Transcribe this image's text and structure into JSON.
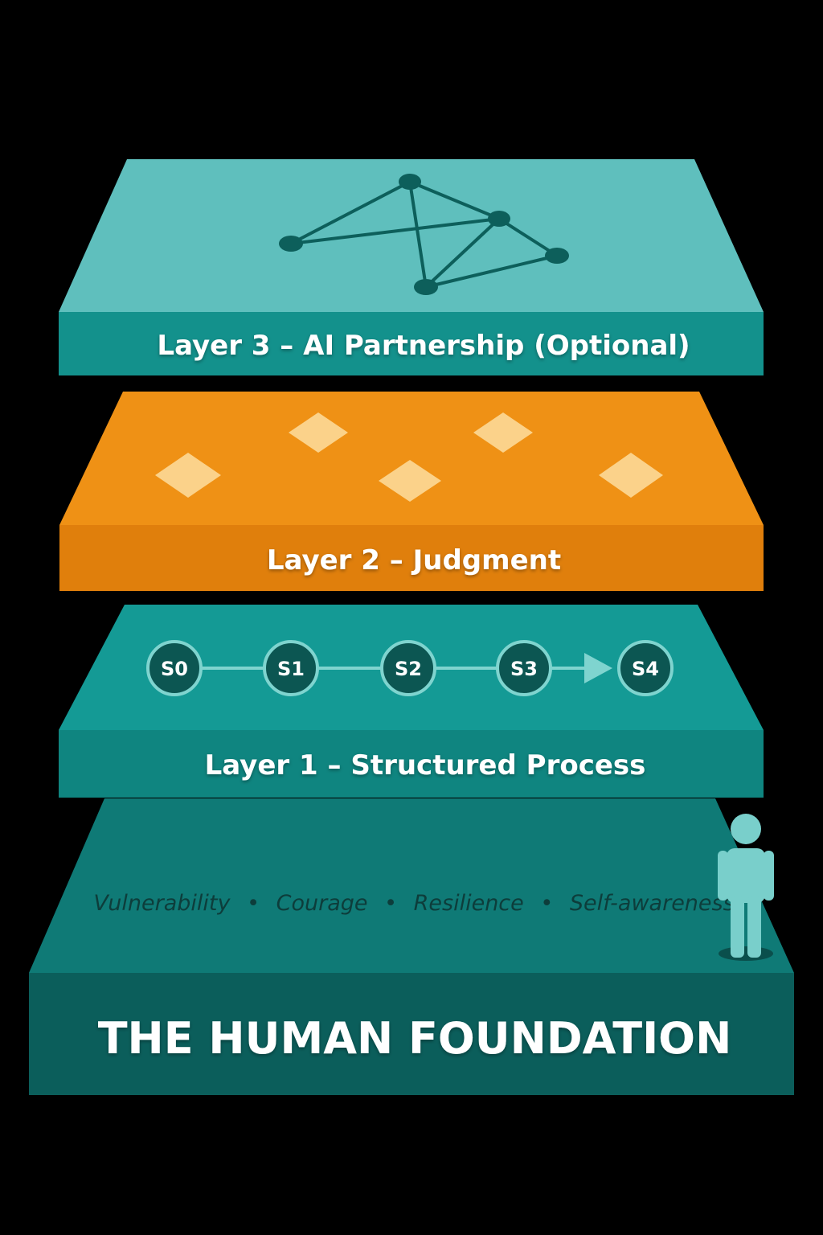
{
  "layers": {
    "layer3": {
      "label": "Layer 3 – AI Partnership (Optional)",
      "top_color": "#5fbfbd",
      "front_color": "#13918c",
      "icon": "network-graph-icon"
    },
    "layer2": {
      "label": "Layer 2 – Judgment",
      "top_color": "#ef9115",
      "front_color": "#e07f0c",
      "icon": "diamond-icon"
    },
    "layer1": {
      "label": "Layer 1 – Structured Process",
      "top_color": "#149a95",
      "front_color": "#0f8580",
      "steps": [
        "S0",
        "S1",
        "S2",
        "S3",
        "S4"
      ],
      "step_color": "#0c5652",
      "arrow_color": "#7fd4cf"
    },
    "foundation": {
      "title": "THE HUMAN FOUNDATION",
      "traits": [
        "Vulnerability",
        "Courage",
        "Resilience",
        "Self-awareness"
      ],
      "separator": "•",
      "top_color": "#0f7a76",
      "front_color": "#0b5e5b",
      "figure_icon": "person-icon",
      "figure_color": "#79cfcb"
    }
  },
  "background": "#000000"
}
